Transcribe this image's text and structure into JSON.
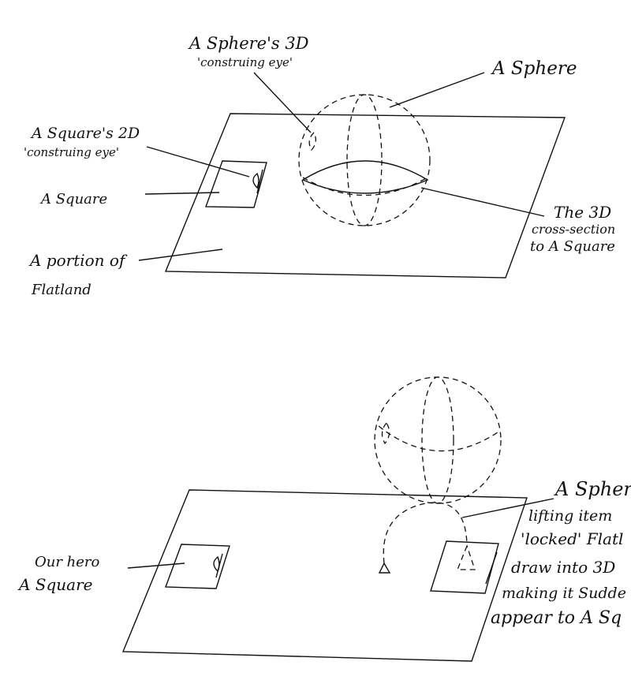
{
  "top_panel": {
    "labels": {
      "sphere_eye_line1": "A Sphere's 3D",
      "sphere_eye_line2": "'construing eye'",
      "sphere": "A Sphere",
      "square_eye_line1": "A Square's 2D",
      "square_eye_line2": "'construing eye'",
      "square": "A Square",
      "flatland_line1": "A portion of",
      "flatland_line2": "Flatland",
      "cross_line1": "The 3D",
      "cross_line2": "cross-section",
      "cross_line3": "to A Square"
    }
  },
  "bottom_panel": {
    "labels": {
      "hero_line1": "Our hero",
      "hero_line2": "A Square",
      "note_line1": "A Spher",
      "note_line2": "lifting item",
      "note_line3": "'locked' Flatl",
      "note_line4": "draw into 3D",
      "note_line5": "making it Sudde",
      "note_line6": "appear to A Sq"
    }
  }
}
